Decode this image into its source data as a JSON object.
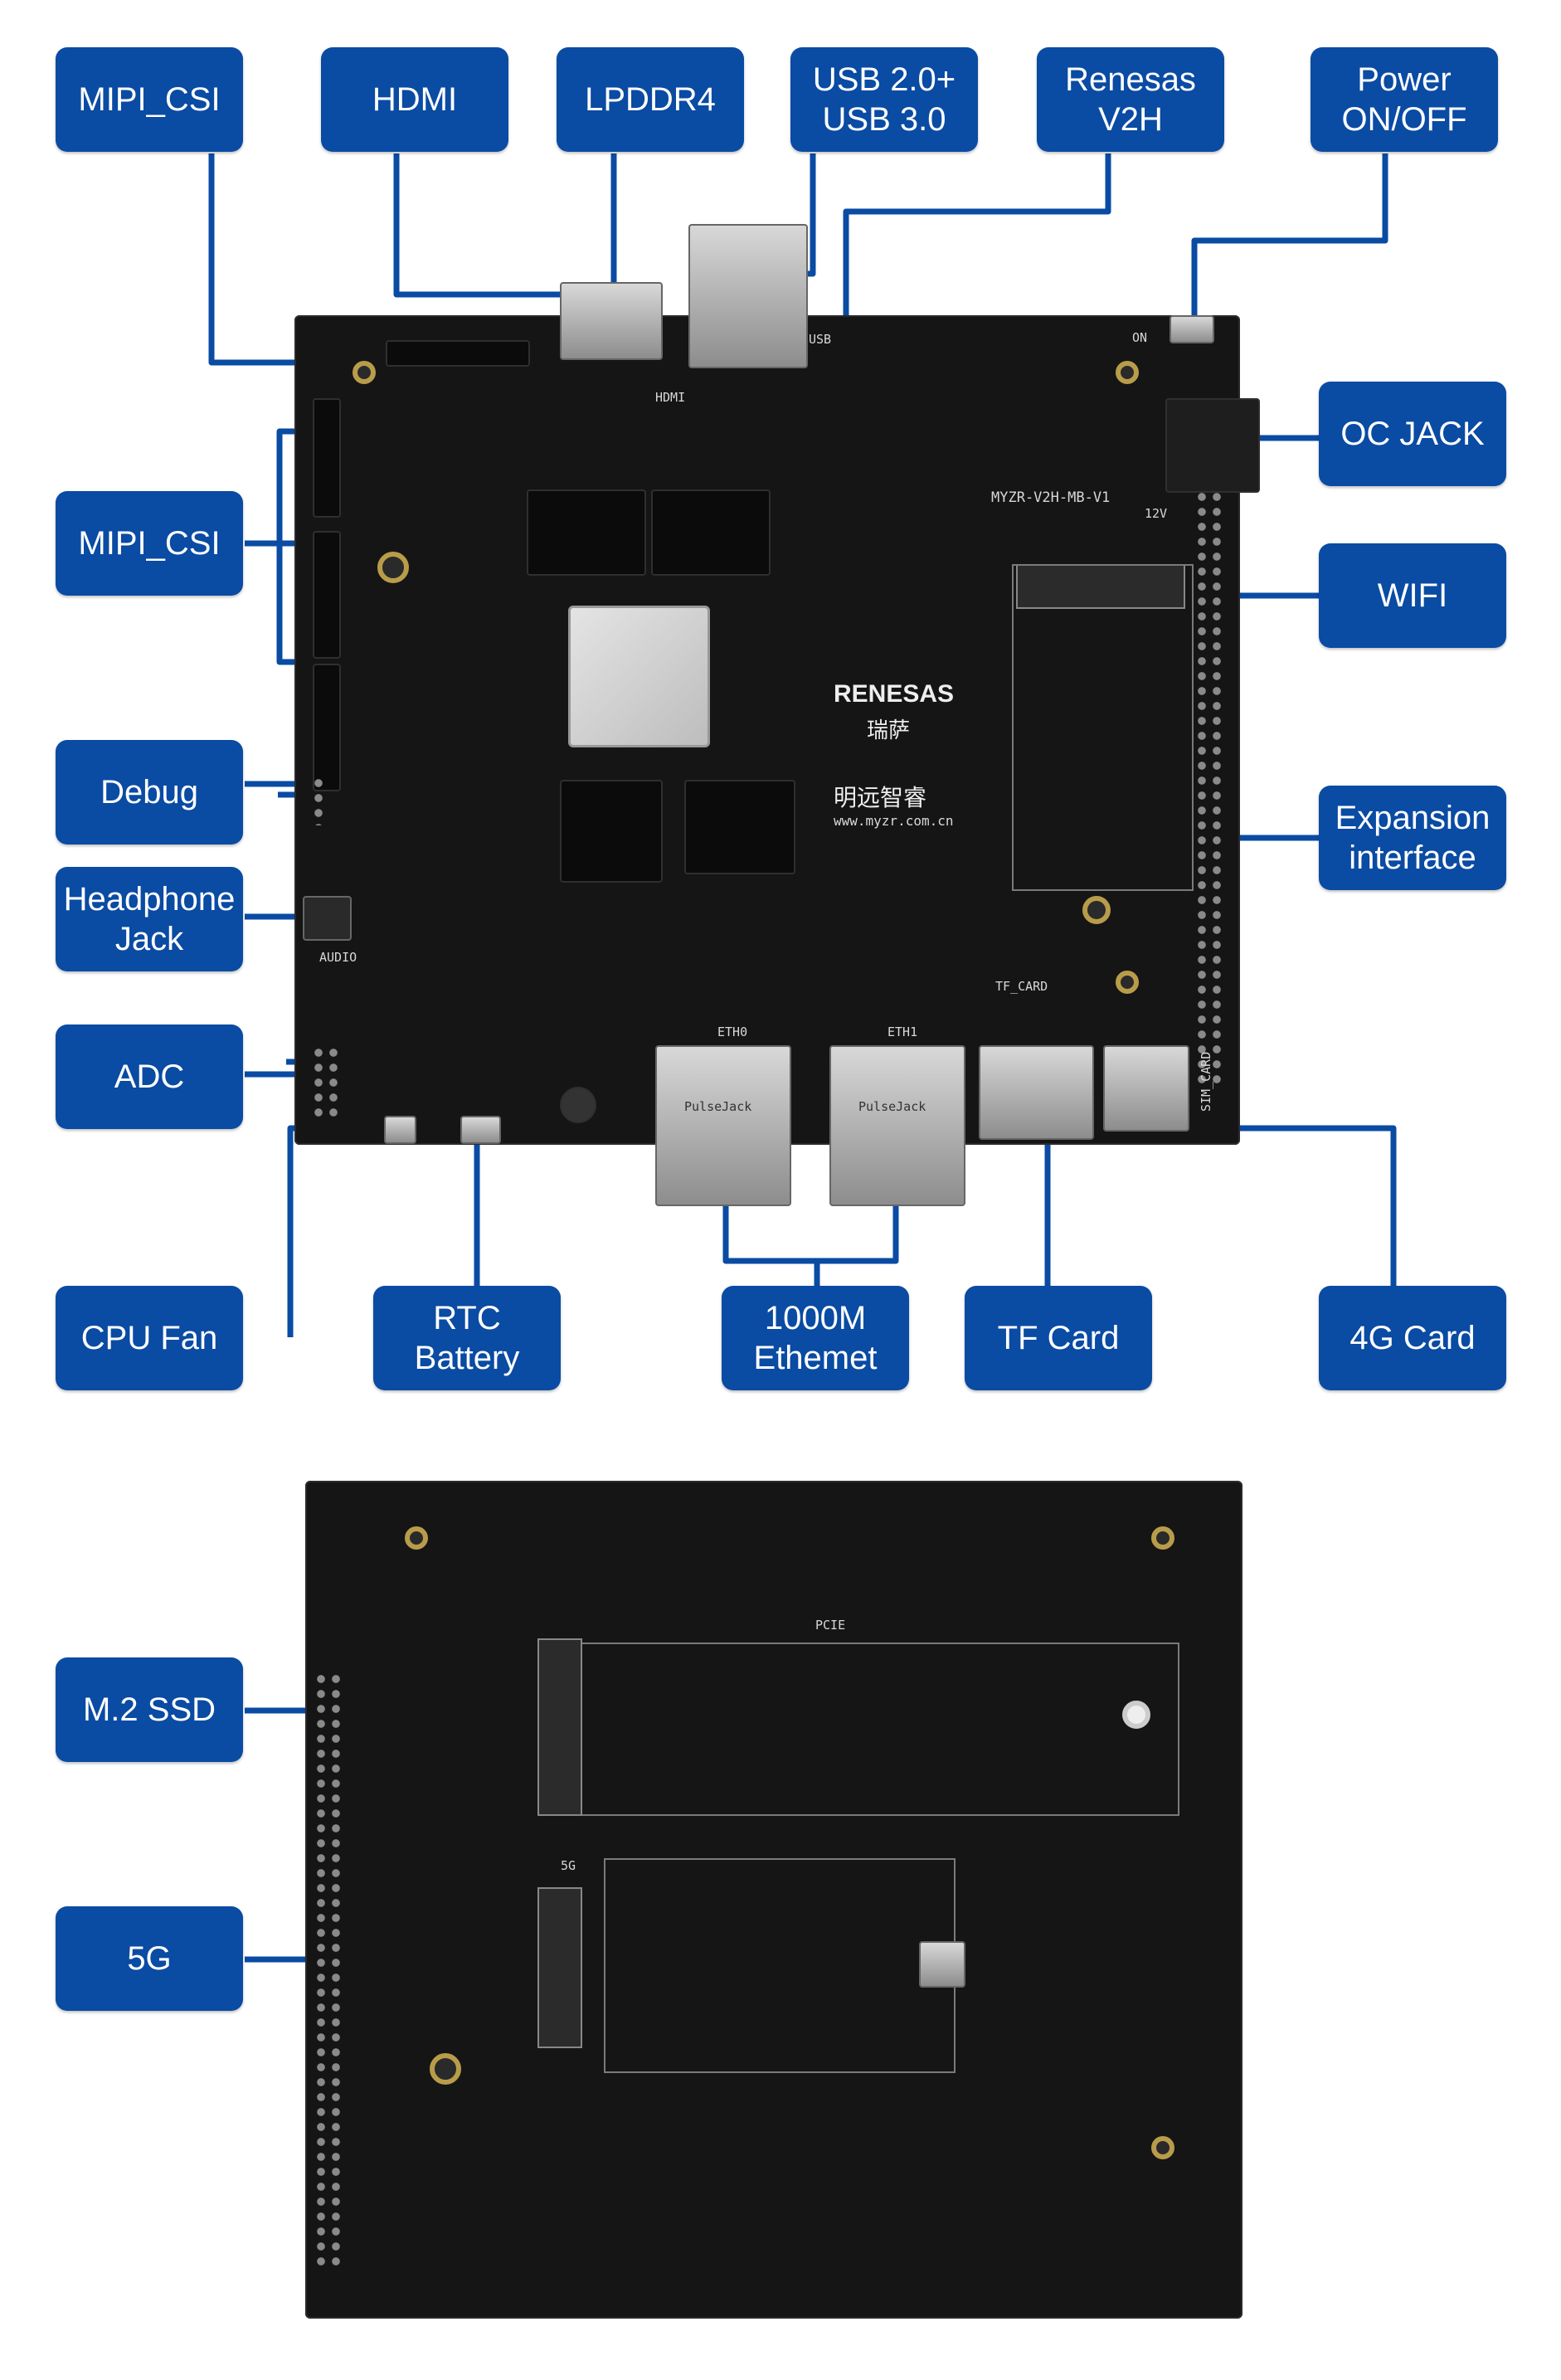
{
  "colors": {
    "label_bg": "#0a4ba3",
    "label_text": "#ffffff",
    "connector_line": "#0a4ba3",
    "board": "#151515"
  },
  "top_board": {
    "labels": {
      "mipi_csi_top": "MIPI_CSI",
      "hdmi": "HDMI",
      "lpddr4": "LPDDR4",
      "usb": "USB 2.0+\nUSB 3.0",
      "renesas_v2h": "Renesas\nV2H",
      "power": "Power\nON/OFF",
      "mipi_csi_left": "MIPI_CSI",
      "oc_jack": "OC JACK",
      "wifi": "WIFI",
      "debug": "Debug",
      "expansion": "Expansion\ninterface",
      "headphone": "Headphone\nJack",
      "adc": "ADC",
      "cpu_fan": "CPU Fan",
      "rtc_battery": "RTC\nBattery",
      "ethernet": "1000M\nEthemet",
      "tf_card": "TF Card",
      "g4_card": "4G Card"
    },
    "silkscreen": {
      "board_id": "MYZR-V2H-MB-V1",
      "brand": "RENESAS",
      "brand_cn": "瑞萨",
      "vendor_cn": "明远智睿",
      "url": "www.myzr.com.cn",
      "usb": "USB",
      "hdmi": "HDMI",
      "audio": "AUDIO",
      "tf_card": "TF_CARD",
      "sim_card": "SIM_CARD",
      "eth0": "ETH0",
      "eth1": "ETH1",
      "on": "ON",
      "v12": "12V",
      "pulsejack": "PulseJack"
    }
  },
  "bottom_board": {
    "labels": {
      "m2_ssd": "M.2 SSD",
      "g5": "5G"
    },
    "silkscreen": {
      "pcie": "PCIE",
      "g5": "5G"
    }
  }
}
